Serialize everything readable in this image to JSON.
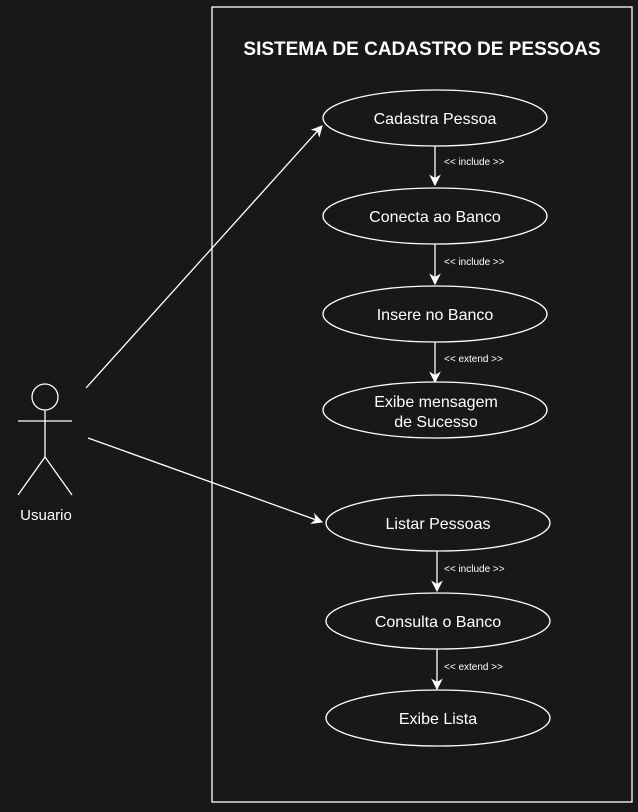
{
  "system": {
    "title": "SISTEMA DE CADASTRO DE PESSOAS"
  },
  "actor": {
    "label": "Usuario"
  },
  "use_cases": {
    "cadastra_pessoa": "Cadastra Pessoa",
    "conecta_banco": "Conecta ao Banco",
    "insere_banco": "Insere no Banco",
    "exibe_sucesso_1": "Exibe mensagem",
    "exibe_sucesso_2": "de Sucesso",
    "listar_pessoas": "Listar Pessoas",
    "consulta_banco": "Consulta o Banco",
    "exibe_lista": "Exibe Lista"
  },
  "relations": {
    "r1": "<< include >>",
    "r2": "<< include >>",
    "r3": "<< extend >>",
    "r4": "<< include >>",
    "r5": "<< extend >>"
  },
  "colors": {
    "background": "#181818",
    "foreground": "#ffffff"
  }
}
